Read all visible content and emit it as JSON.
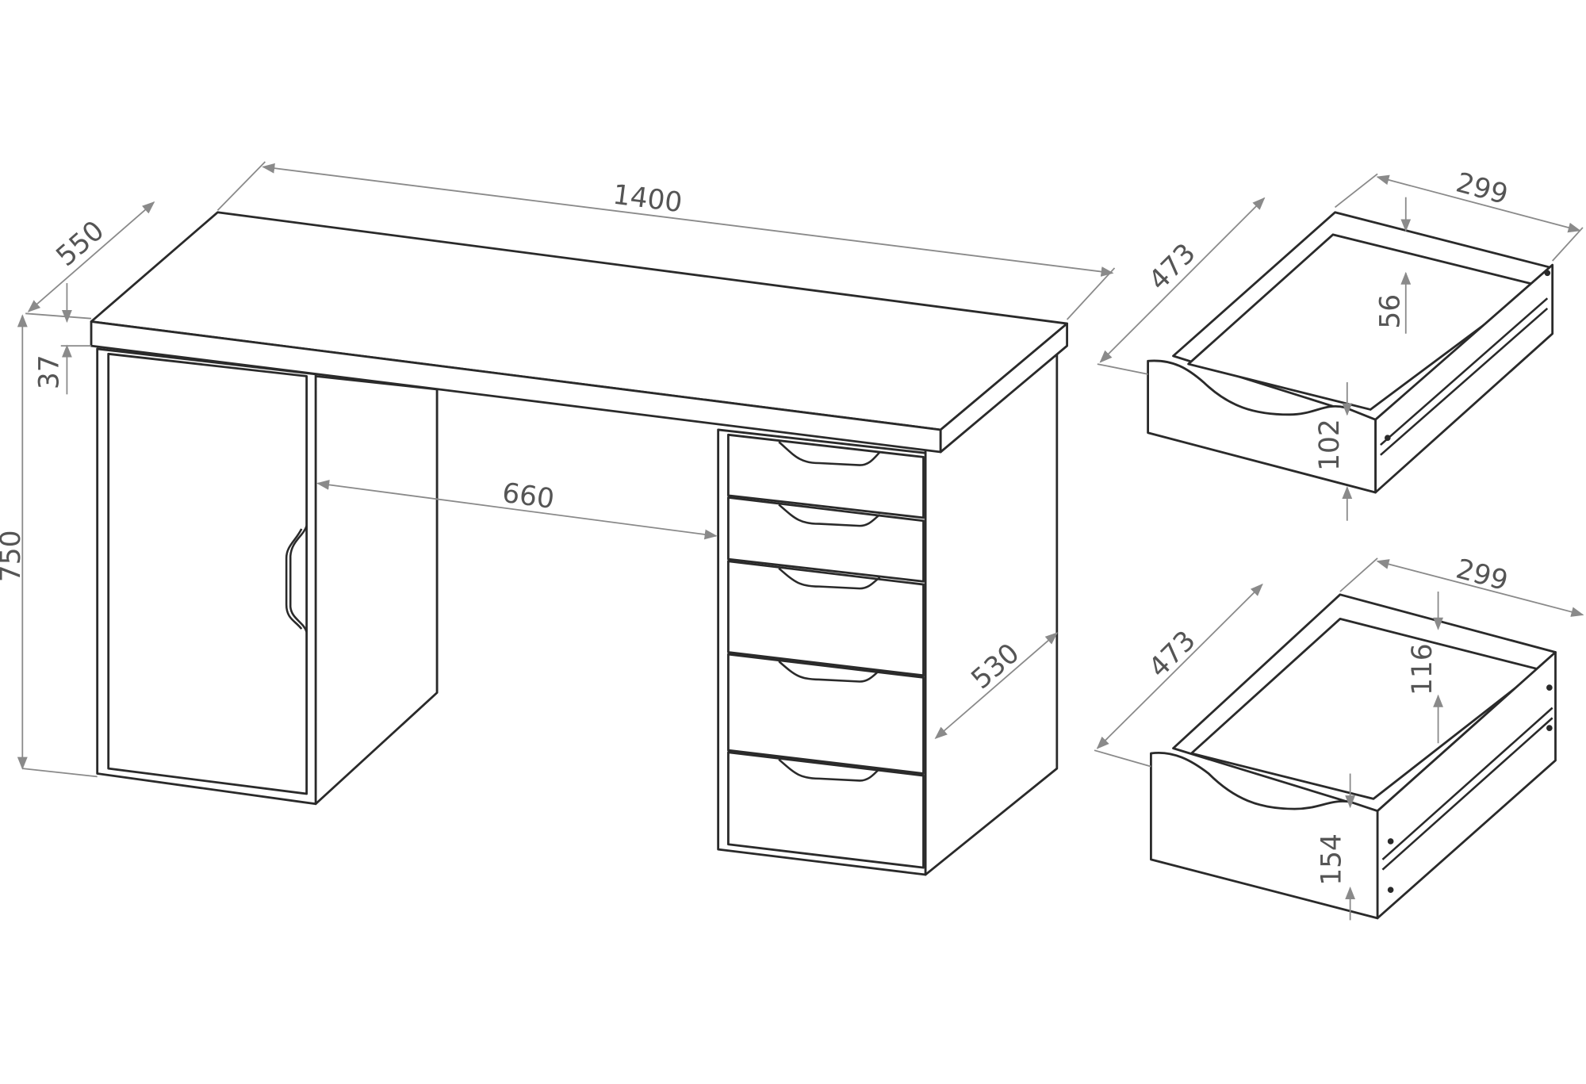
{
  "desk": {
    "width": "1400",
    "depth": "550",
    "top_thickness": "37",
    "height": "750",
    "knee_space": "660",
    "pedestal_depth": "530",
    "drawer_count": 5
  },
  "drawer_small": {
    "length": "473",
    "width": "299",
    "inner_height": "56",
    "front_height": "102"
  },
  "drawer_large": {
    "length": "473",
    "width": "299",
    "inner_height": "116",
    "front_height": "154"
  },
  "colors": {
    "line": "#2a2a2a",
    "dimension": "#8a8a8a",
    "text": "#555555"
  }
}
